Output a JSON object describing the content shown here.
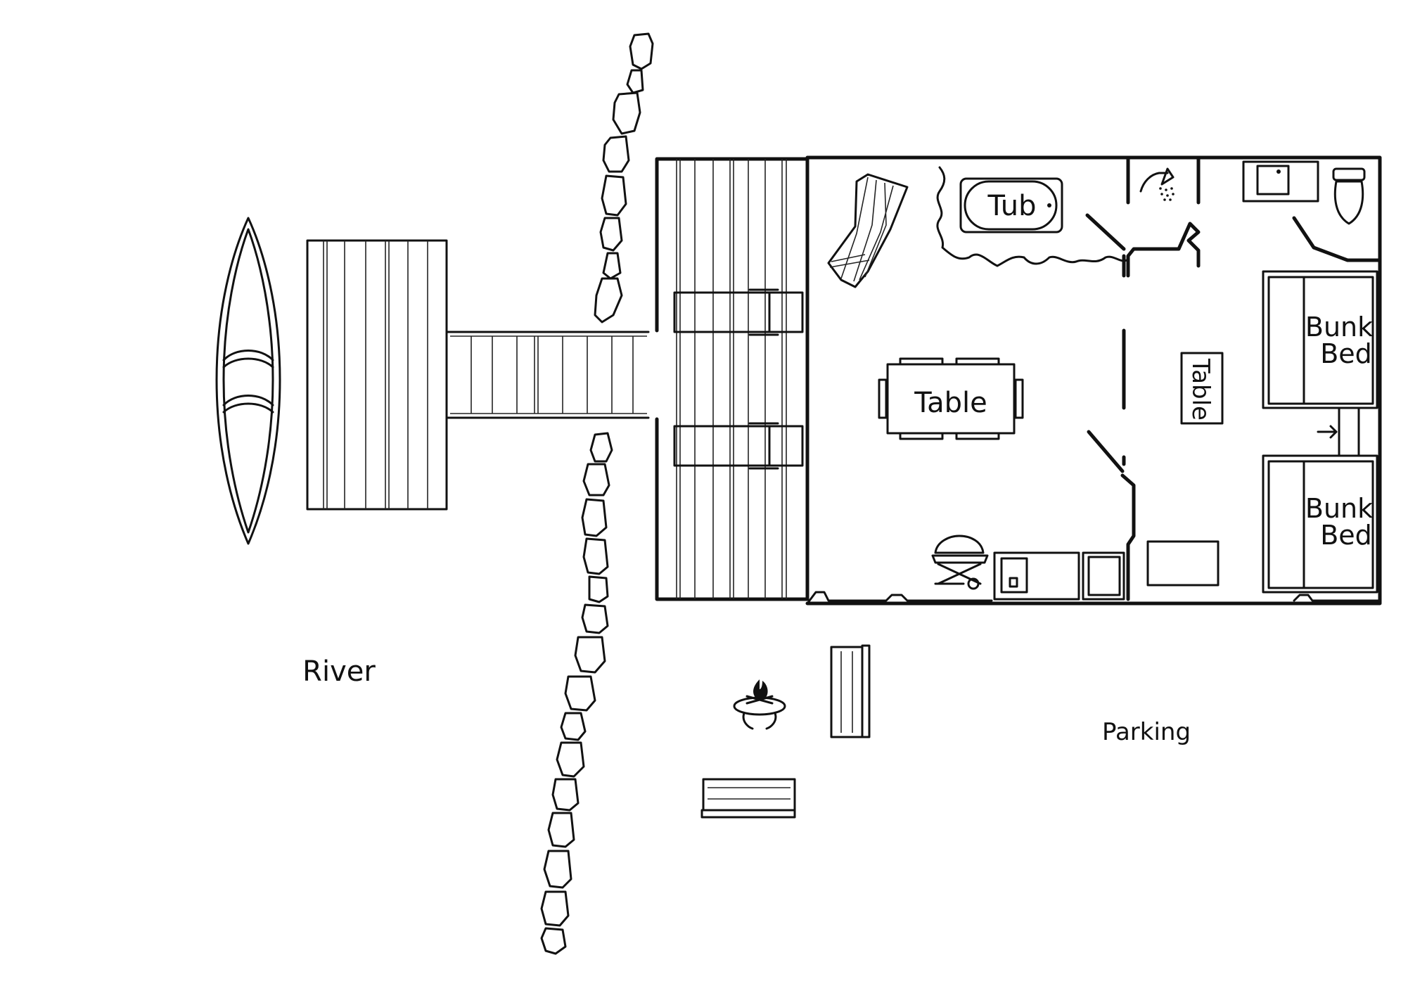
{
  "labels": {
    "river": "River",
    "parking": "Parking",
    "tub": "Tub",
    "table_main": "Table",
    "table_side": "Table",
    "bunk_bed_1_line1": "Bunk",
    "bunk_bed_1_line2": "Bed",
    "bunk_bed_2_line1": "Bunk",
    "bunk_bed_2_line2": "Bed"
  },
  "icons": [
    "canoe-icon",
    "hammock-icon",
    "bathtub-icon",
    "shower-icon",
    "sink-icon",
    "toilet-icon",
    "bbq-grill-icon",
    "fire-pit-icon",
    "bench-icon",
    "lounge-chair-icon"
  ]
}
